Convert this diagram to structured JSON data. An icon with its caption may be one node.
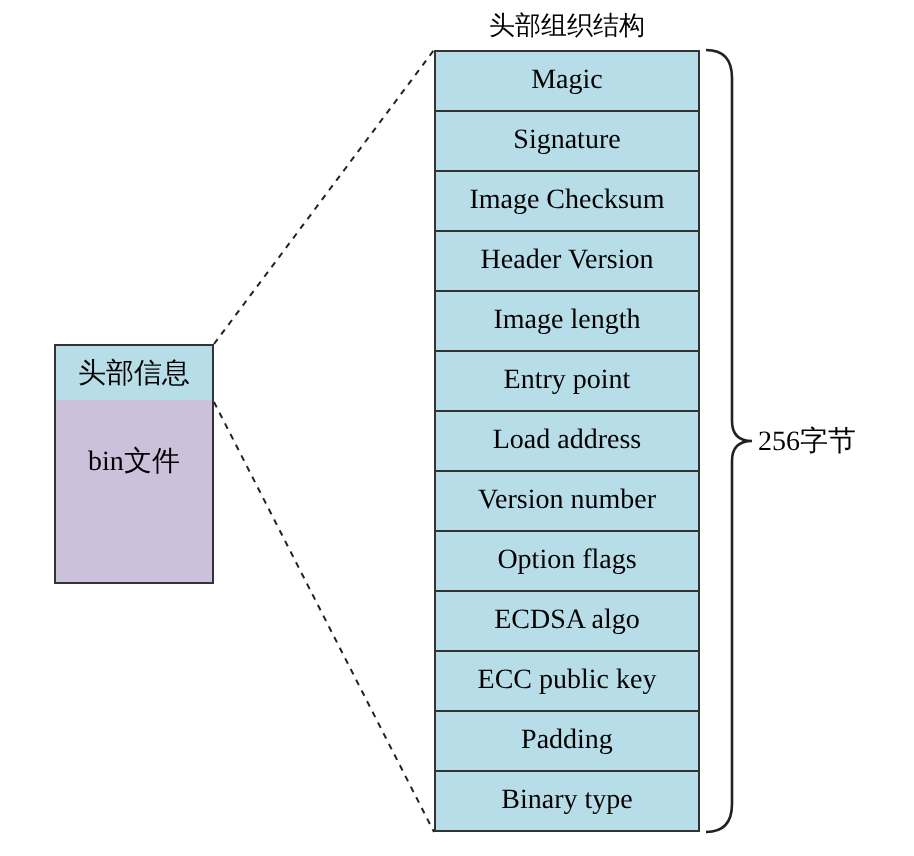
{
  "diagram": {
    "nodes": [
      {
        "text": [
          "头部信息"
        ]
      },
      {
        "text": [
          "bin文件"
        ]
      },
      {
        "text": [
          "头部组织结构"
        ]
      },
      {
        "text": [
          "Magic"
        ],
        "in": 2
      },
      {
        "text": [
          "Signature"
        ],
        "in": 2
      },
      {
        "text": [
          "Image Checksum"
        ],
        "in": 2
      },
      {
        "text": [
          "Header Version"
        ],
        "in": 2
      },
      {
        "text": [
          "Image length"
        ],
        "in": 2
      },
      {
        "text": [
          "Entry point"
        ],
        "in": 2
      },
      {
        "text": [
          "Load address"
        ],
        "in": 2
      },
      {
        "text": [
          "Version number"
        ],
        "in": 2
      },
      {
        "text": [
          "Option flags"
        ],
        "in": 2
      },
      {
        "text": [
          "ECDSA algo"
        ],
        "in": 2
      },
      {
        "text": [
          "ECC public key"
        ],
        "in": 2
      },
      {
        "text": [
          "Padding"
        ],
        "in": 2
      },
      {
        "text": [
          "Binary type"
        ],
        "in": 2
      }
    ],
    "edges": [
      {
        "from": 0,
        "to": 2,
        "arrow": "none",
        "style": "dashed"
      },
      {
        "from": 0,
        "to": 2,
        "arrow": "none",
        "style": "dashed"
      }
    ],
    "labels": [
      "256字节"
    ]
  }
}
